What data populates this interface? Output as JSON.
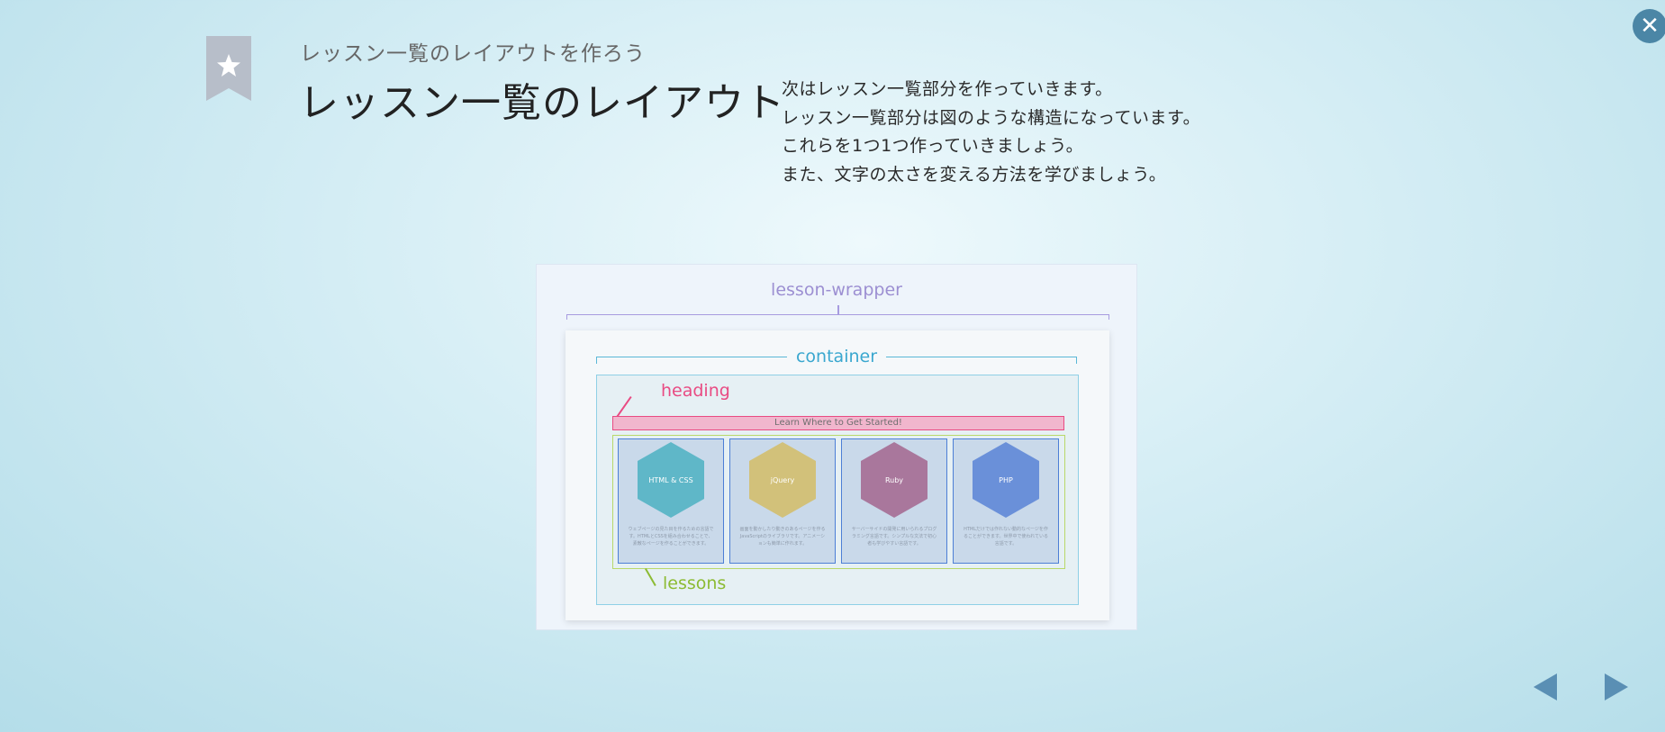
{
  "header": {
    "close_icon": "close-icon",
    "bookmark_icon": "star-bookmark-icon",
    "subtitle": "レッスン一覧のレイアウトを作ろう",
    "title": "レッスン一覧のレイアウト"
  },
  "description": {
    "lines": [
      "次はレッスン一覧部分を作っていきます。",
      "レッスン一覧部分は図のような構造になっています。",
      "これらを1つ1つ作っていきましょう。",
      "また、文字の太さを変える方法を学びましょう。"
    ]
  },
  "diagram": {
    "wrapper_label": "lesson-wrapper",
    "container_label": "container",
    "heading_label": "heading",
    "heading_text": "Learn Where to Get Started!",
    "lessons_label": "lessons",
    "cards": [
      {
        "name": "HTML & CSS",
        "color": "#5fb7c8",
        "text": "ウェブページの見た目を作るための言語です。HTMLとCSSを組み合わせることで、素敵なページを作ることができます。"
      },
      {
        "name": "jQuery",
        "color": "#d2c17a",
        "text": "画面を動かしたり動きのあるページを作るJavaScriptのライブラリです。アニメーションも簡単に作れます。"
      },
      {
        "name": "Ruby",
        "color": "#a9779c",
        "text": "サーバーサイドの開発に用いられるプログラミング言語です。シンプルな文法で初心者も学びやすい言語です。"
      },
      {
        "name": "PHP",
        "color": "#6a90d9",
        "text": "HTMLだけでは作れない動的なページを作ることができます。世界中で使われている言語です。"
      }
    ]
  },
  "navigation": {
    "prev_icon": "prev-arrow-icon",
    "next_icon": "next-arrow-icon"
  }
}
